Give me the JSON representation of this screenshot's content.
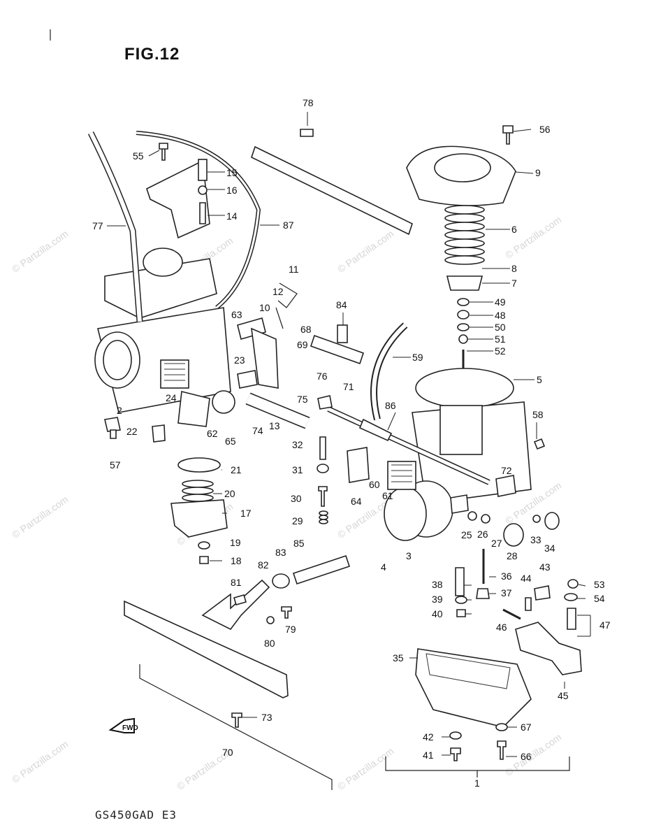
{
  "figure_title": "FIG.12",
  "model_code": "GS450GAD E3",
  "watermark": "© Partzilla.com",
  "front_marker": "FWD",
  "callouts": [
    "1",
    "2",
    "3",
    "4",
    "5",
    "6",
    "7",
    "8",
    "9",
    "10",
    "11",
    "12",
    "13",
    "14",
    "15",
    "16",
    "17",
    "18",
    "19",
    "20",
    "21",
    "22",
    "23",
    "24",
    "25",
    "26",
    "27",
    "28",
    "29",
    "30",
    "31",
    "32",
    "33",
    "34",
    "35",
    "36",
    "37",
    "38",
    "39",
    "40",
    "41",
    "42",
    "43",
    "44",
    "45",
    "46",
    "47",
    "48",
    "49",
    "50",
    "51",
    "52",
    "53",
    "54",
    "55",
    "56",
    "57",
    "58",
    "59",
    "60",
    "61",
    "62",
    "63",
    "64",
    "65",
    "66",
    "67",
    "68",
    "69",
    "70",
    "71",
    "72",
    "73",
    "74",
    "75",
    "76",
    "77",
    "78",
    "79",
    "80",
    "81",
    "82",
    "83",
    "84",
    "85",
    "86",
    "87"
  ]
}
